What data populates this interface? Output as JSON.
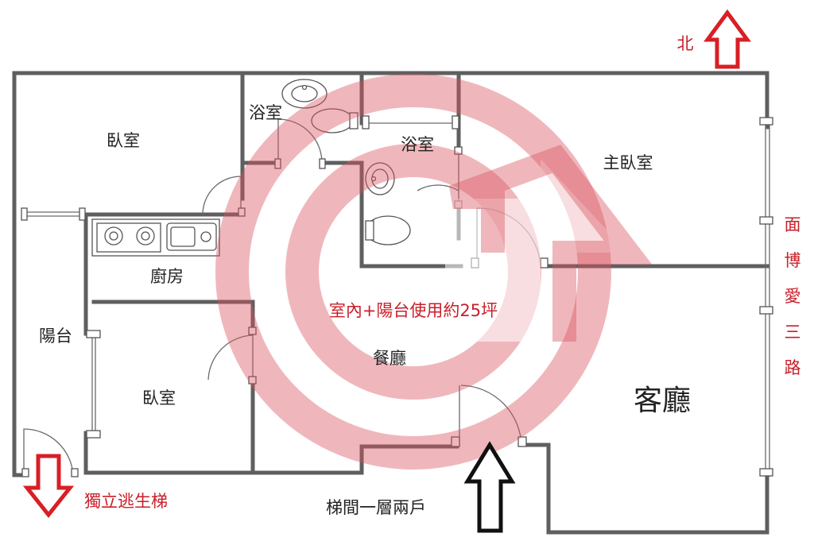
{
  "rooms": {
    "bedroom_top_left": "臥室",
    "bathroom_1": "浴室",
    "bathroom_2": "浴室",
    "master_bedroom": "主臥室",
    "kitchen": "廚房",
    "balcony": "陽台",
    "bedroom_bottom": "臥室",
    "dining_room": "餐廳",
    "living_room": "客廳"
  },
  "annotations": {
    "area_note": "室內+陽台使用約25坪",
    "north_label": "北",
    "road_label": "面博愛三路",
    "escape_label": "獨立逃生梯",
    "stair_label": "梯間一層兩戶"
  },
  "colors": {
    "annotation": "#c8202a",
    "wall": "#5f5f5f",
    "watermark": "#d9535f"
  }
}
